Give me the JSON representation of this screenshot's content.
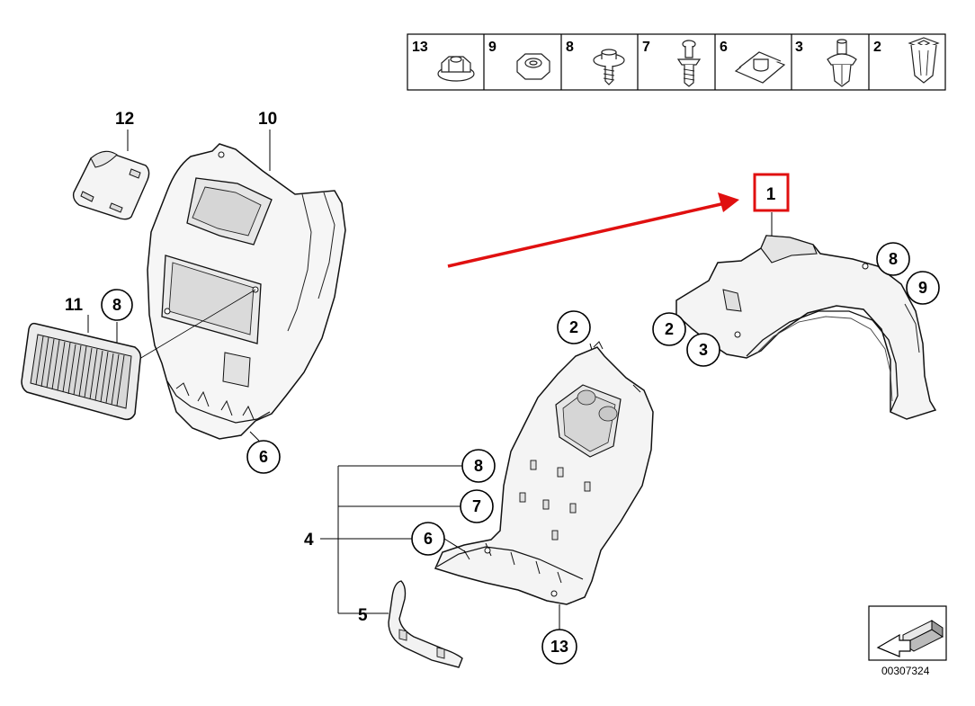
{
  "fastener_header": [
    {
      "number": "13",
      "icon": "flange-nut-icon"
    },
    {
      "number": "9",
      "icon": "hex-nut-icon"
    },
    {
      "number": "8",
      "icon": "screw-with-washer-icon"
    },
    {
      "number": "7",
      "icon": "push-rivet-icon"
    },
    {
      "number": "6",
      "icon": "spring-nut-clip-icon"
    },
    {
      "number": "3",
      "icon": "expanding-rivet-icon"
    },
    {
      "number": "2",
      "icon": "plastic-nut-icon"
    }
  ],
  "callouts": {
    "n1": "1",
    "n2a": "2",
    "n3a": "3",
    "n8a": "8",
    "n9a": "9",
    "n10": "10",
    "n11": "11",
    "n12": "12",
    "n8b": "8",
    "n6a": "6",
    "n2b": "2",
    "n8c": "8",
    "n7": "7",
    "n6b": "6",
    "n4": "4",
    "n5": "5",
    "n13": "13"
  },
  "highlight": {
    "part": "1",
    "color": "#e01010"
  },
  "document_number": "00307324"
}
